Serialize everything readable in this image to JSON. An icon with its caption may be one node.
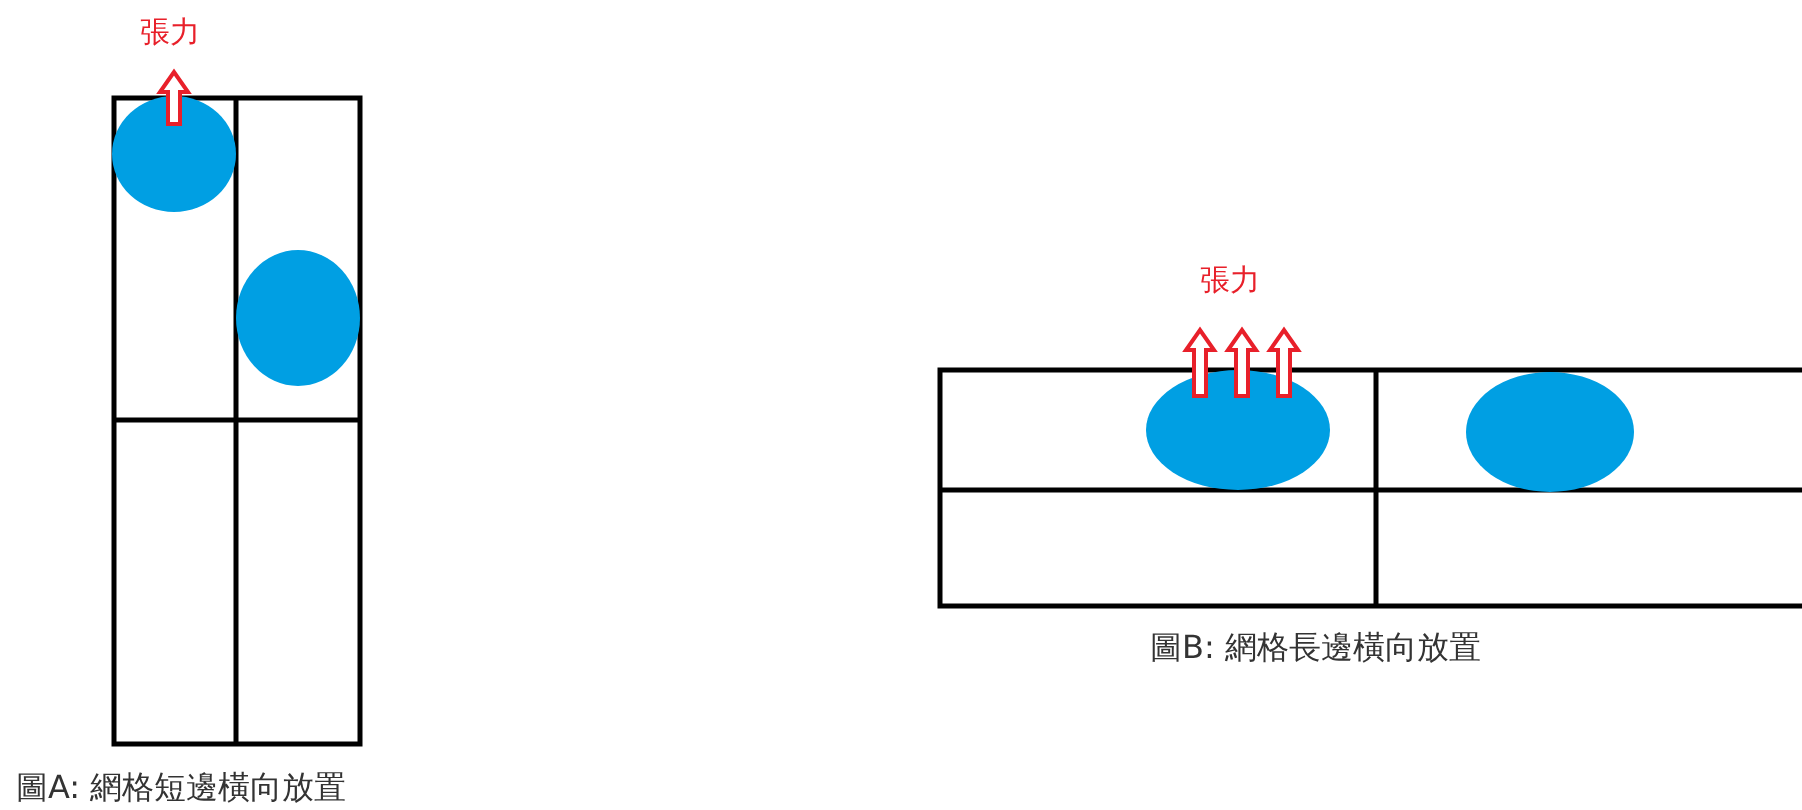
{
  "diagram": {
    "labels": [
      "張力",
      "張力",
      "圖B: 網格長邊橫向放置",
      "圖A: 網格短邊橫向放置"
    ]
  }
}
